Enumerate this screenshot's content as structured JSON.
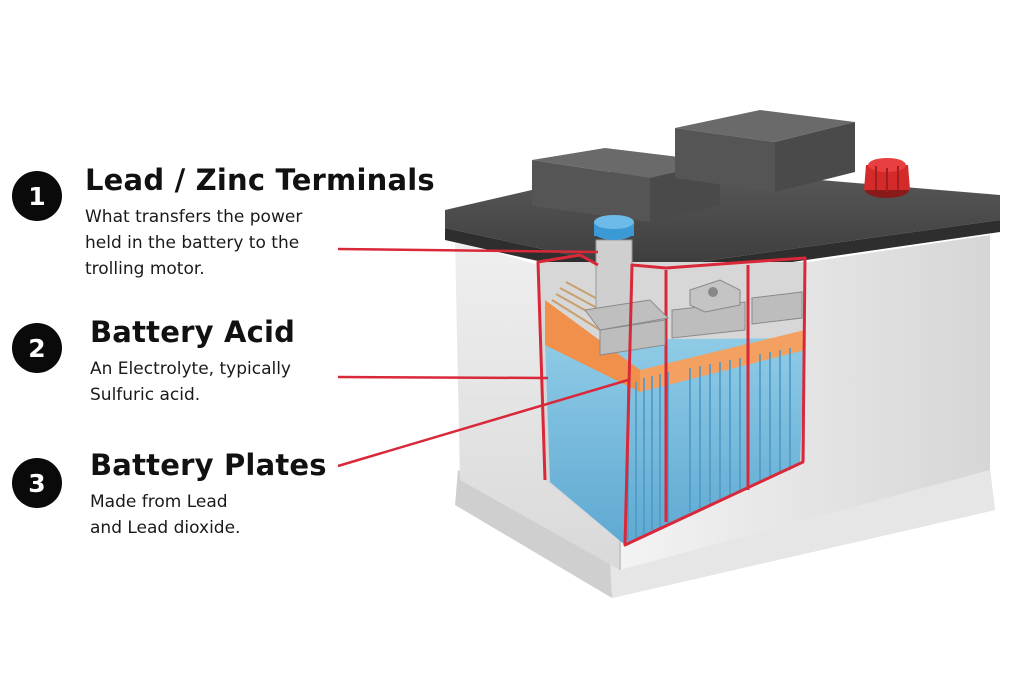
{
  "callouts": [
    {
      "number": "1",
      "title": "Lead / Zinc Terminals",
      "lines": [
        "What transfers the power",
        "held in the battery to the",
        "trolling motor."
      ]
    },
    {
      "number": "2",
      "title": "Battery Acid",
      "lines": [
        "An Electrolyte, typically",
        "Sulfuric acid."
      ]
    },
    {
      "number": "3",
      "title": "Battery Plates",
      "lines": [
        "Made from Lead",
        "and Lead dioxide."
      ]
    }
  ],
  "colors": {
    "badge": "#0a0a0a",
    "leader_line": "#d8283a",
    "cutaway_outline": "#d8283a",
    "lid": "#4a4a4a",
    "case": "#e4e4e4",
    "acid": "#7cc0e0",
    "separator": "#f0904a",
    "positive_cap": "#d42a2a",
    "negative_cap": "#3b9ad6"
  },
  "icons": [
    "battery-cutaway-illustration"
  ]
}
